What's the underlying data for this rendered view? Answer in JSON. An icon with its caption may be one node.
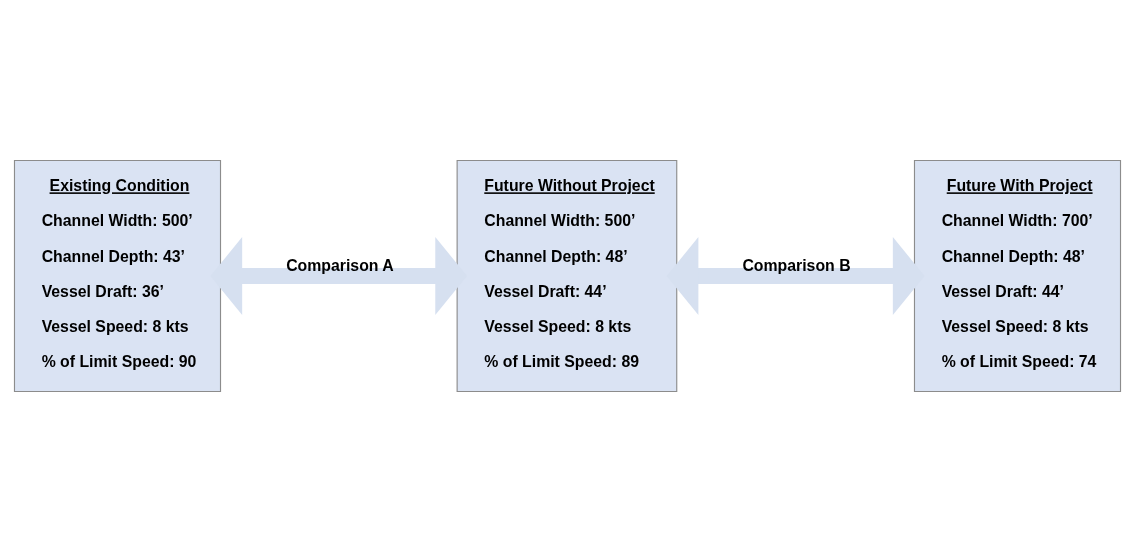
{
  "diagram": {
    "nodes": [
      {
        "text": [
          "Existing Condition",
          "Channel Width: 500’",
          "Channel Depth: 43’",
          "Vessel Draft: 36’",
          "Vessel Speed: 8 kts",
          "% of Limit Speed: 90"
        ]
      },
      {
        "text": [
          "Future Without Project",
          "Channel Width: 500’",
          "Channel Depth: 48’",
          "Vessel Draft: 44’",
          "Vessel Speed: 8 kts",
          "% of Limit Speed: 89"
        ]
      },
      {
        "text": [
          "Future With Project",
          "Channel Width: 700’",
          "Channel Depth: 48’",
          "Vessel Draft: 44’",
          "Vessel Speed: 8 kts",
          "% of Limit Speed: 74"
        ]
      }
    ],
    "edges": [
      {
        "from": 0,
        "to": 1,
        "arrow": "both",
        "label": "Comparison A"
      },
      {
        "from": 1,
        "to": 2,
        "arrow": "both",
        "label": "Comparison B"
      }
    ]
  }
}
